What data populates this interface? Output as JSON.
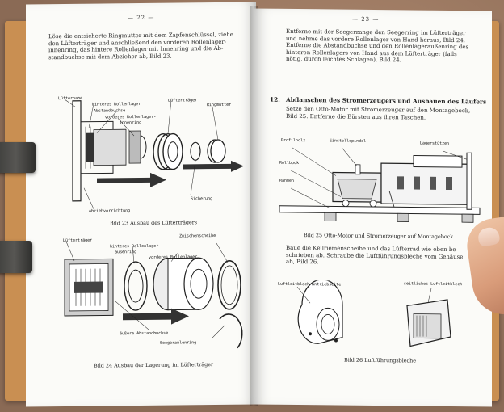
{
  "left_page": {
    "page_number": "— 22 —",
    "intro_text": "Löse die entsicherte Ringmutter mit dem Zapfenschlüssel, ziehe\nden Lüfterträger und anschließend den vorderen Rollenlager-\ninnenring, das hintere Rollenlager mit Innenring und die Ab-\nstandbuchse mit dem Abzieher ab, Bild 23.",
    "figure23": {
      "labels": {
        "luefternabe": "Lüfternabe",
        "hinteres_rollenlager": "hinteres Rollenlager",
        "abstandbuchse": "Abstandbuchse",
        "vorderes_rollenlager": "vorderes Rollenlager-",
        "innenring": "innenring",
        "luftertraeger": "Lüfterträger",
        "ringmutter": "Ringmutter",
        "sicherung": "Sicherung",
        "abziehvorrichtung": "Abziehvorrichtung"
      },
      "caption": "Bild 23 Ausbau des Lüfterträgers"
    },
    "figure24": {
      "labels": {
        "luftertraeger": "Lüfterträger",
        "hinteres_rollenlager": "hinteres Rollenlager-",
        "aussenring": "außenring",
        "zwischenscheibe": "Zwischenscheibe",
        "vorderes_rollenlager": "vorderes Rollenlager",
        "aeussere_abstandbuchse": "äußere Abstandbuchse",
        "seegeranlenring": "Seegeranlenring"
      },
      "caption": "Bild 24 Ausbau der Lagerung im Lüfterträger"
    }
  },
  "right_page": {
    "page_number": "— 23 —",
    "intro_text": "Entferne mit der Seegerzange den Seegerring im Lüfterträger\nund nehme das vordere Rollenlager von Hand heraus, Bild 24.\nEntferne die Abstandbuchse und den Rollenlageraußenring des\nhinteren Rollenlagers von Hand aus dem Lüfterträger (falls\nnötig, durch leichtes Schlagen), Bild 24.",
    "section_number": "12.",
    "section_title": "Abflanschen des Stromerzeugers und Ausbauen des Läufers",
    "section_text": "Setze den Otto-Motor mit Stromerzeuger auf den Montagebock,\nBild 25. Entferne die Bürsten aus ihren Taschen.",
    "figure25": {
      "labels": {
        "profilholz": "Profilholz",
        "einstellspindel": "Einstellspindel",
        "lagerstuetzen": "Lagerstützen",
        "rollbock": "Rollbock",
        "rahmen": "Rahmen"
      },
      "caption": "Bild 25 Otto-Motor und Stromerzeuger auf Montagebock"
    },
    "after_text": "Baue die Keilriemenscheibe und das Lüfterrad wie oben be-\nschrieben ab. Schraube die Luftführungsbleche vom Gehäuse\nab, Bild 26.",
    "figure26": {
      "labels": {
        "luftleitblech": "Luftleitblech Antriebseite",
        "weitliches": "seitliches Luftleitblech"
      },
      "caption": "Bild 26 Luftführungsbleche"
    }
  }
}
